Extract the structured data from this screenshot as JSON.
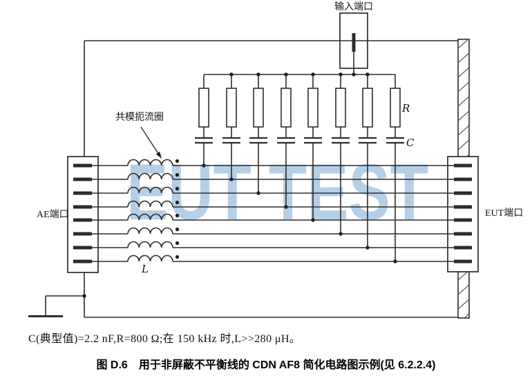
{
  "figure": {
    "watermark": "EUT TEST",
    "labels": {
      "input_port": "输入端口",
      "ae_port": "AE端口",
      "eut_port": "EUT端口",
      "choke": "共模扼流圈",
      "resistor": "R",
      "capacitor": "C",
      "inductor": "L"
    },
    "note": "C(典型值)=2.2 nF,R=800 Ω;在 150 kHz 时,L>>280 μH。",
    "caption": "图 D.6　用于非屏蔽不平衡线的 CDN AF8 简化电路图示例(见 6.2.2.4)",
    "structure": {
      "line_count": 8,
      "resistor_count": 8,
      "capacitor_count": 8,
      "choke_count": 8
    },
    "colors": {
      "wire": "#2b2b2b",
      "watermark": "#b5cfe7",
      "fill": "#ffffff"
    }
  }
}
